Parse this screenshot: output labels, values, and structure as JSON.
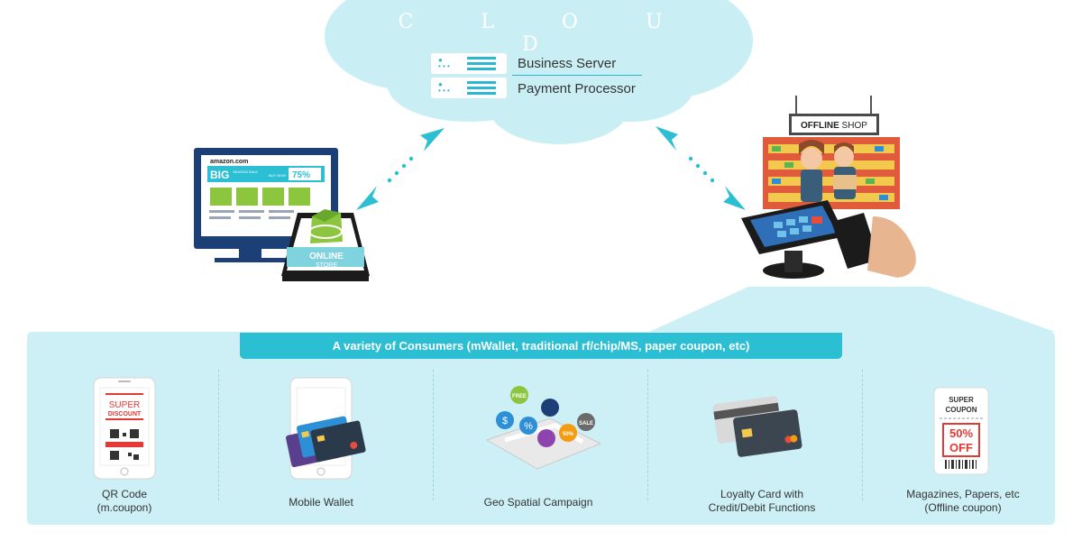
{
  "cloud": {
    "title": "C L O U D",
    "servers": [
      "Business Server",
      "Payment Processor"
    ]
  },
  "online": {
    "ad_logo": "amazon.com",
    "ad_big": "BIG",
    "ad_season": "SEASON SALE",
    "ad_buy": "BUY NOW",
    "ad_percent": "75%",
    "store_line1": "ONLINE",
    "store_line2": "STORE"
  },
  "offline": {
    "sign_bold": "OFFLINE",
    "sign_rest": " SHOP"
  },
  "panel": {
    "banner": "A variety of Consumers (mWallet, traditional rf/chip/MS, paper coupon, etc)",
    "items": [
      {
        "line1": "QR Code",
        "line2": "(m.coupon)",
        "icon": "qr-phone-icon"
      },
      {
        "line1": "Mobile Wallet",
        "line2": "",
        "icon": "mobile-wallet-icon"
      },
      {
        "line1": "Geo Spatial Campaign",
        "line2": "",
        "icon": "geo-map-icon"
      },
      {
        "line1": "Loyalty Card with",
        "line2": "Credit/Debit Functions",
        "icon": "credit-cards-icon"
      },
      {
        "line1": "Magazines, Papers, etc",
        "line2": "(Offline coupon)",
        "icon": "paper-coupon-icon"
      }
    ],
    "qr_text1": "SUPER",
    "qr_text2": "DISCOUNT",
    "geo_tags": [
      "FREE",
      "$",
      "%",
      "SALE",
      "50%"
    ],
    "coupon_text1": "SUPER",
    "coupon_text2": "COUPON",
    "coupon_big1": "50%",
    "coupon_big2": "OFF"
  },
  "colors": {
    "accent": "#2cbfd4",
    "cloud": "#c9eff5",
    "panel": "#ccf0f5",
    "navy": "#1d3f78"
  }
}
